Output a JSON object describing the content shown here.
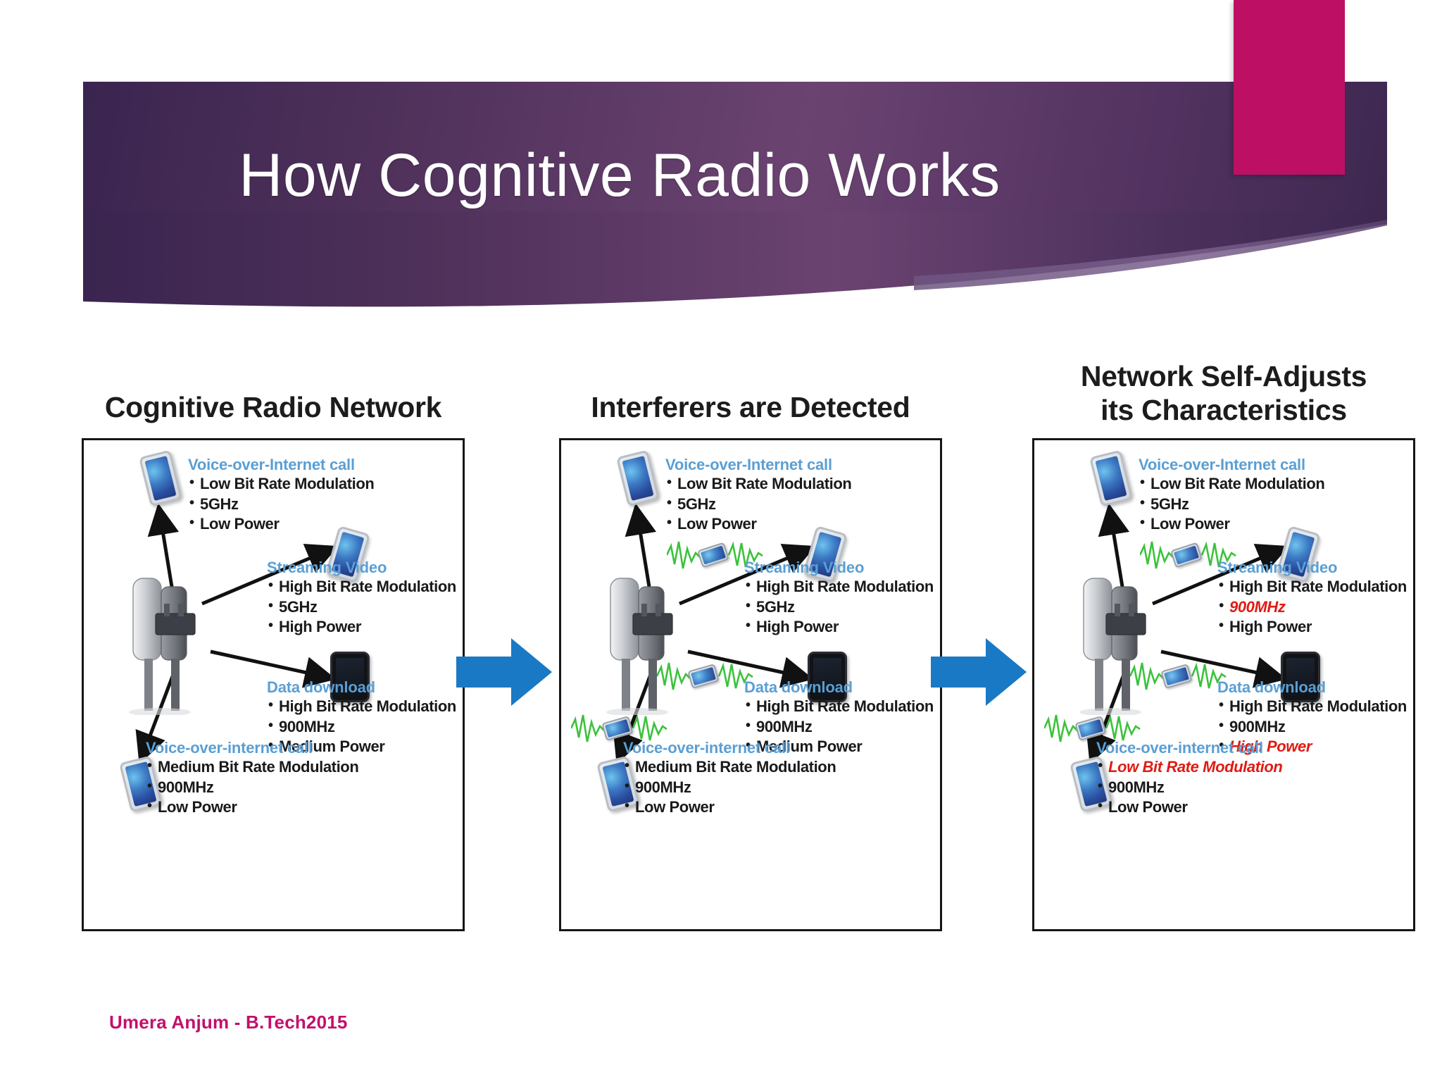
{
  "slide": {
    "title": "How Cognitive Radio Works",
    "footer": "Umera Anjum - B.Tech2015",
    "colors": {
      "banner_dark": "#3a2550",
      "banner_mid": "#6b4371",
      "pink_accent": "#bd1065",
      "arrow_blue": "#1a79c4",
      "heading_blue": "#5a9fd4",
      "highlight_red": "#e01b13",
      "footer_pink": "#c2106b"
    }
  },
  "panels": [
    {
      "title": "Cognitive Radio Network",
      "interferers_shown": false,
      "groups": {
        "voip_top": {
          "heading": "Voice-over-Internet call",
          "items": [
            {
              "text": "Low Bit Rate Modulation",
              "highlight": false
            },
            {
              "text": "5GHz",
              "highlight": false
            },
            {
              "text": "Low Power",
              "highlight": false
            }
          ]
        },
        "streaming": {
          "heading": "Streaming Video",
          "items": [
            {
              "text": "High Bit Rate Modulation",
              "highlight": false
            },
            {
              "text": "5GHz",
              "highlight": false
            },
            {
              "text": "High Power",
              "highlight": false
            }
          ]
        },
        "data": {
          "heading": "Data download",
          "items": [
            {
              "text": "High Bit Rate Modulation",
              "highlight": false
            },
            {
              "text": "900MHz",
              "highlight": false
            },
            {
              "text": "Medium Power",
              "highlight": false
            }
          ]
        },
        "voip_bottom": {
          "heading": "Voice-over-internet call",
          "items": [
            {
              "text": "Medium Bit Rate Modulation",
              "highlight": false
            },
            {
              "text": "900MHz",
              "highlight": false
            },
            {
              "text": "Low Power",
              "highlight": false
            }
          ]
        }
      }
    },
    {
      "title": "Interferers are Detected",
      "interferers_shown": true,
      "groups": {
        "voip_top": {
          "heading": "Voice-over-Internet call",
          "items": [
            {
              "text": "Low Bit Rate Modulation",
              "highlight": false
            },
            {
              "text": "5GHz",
              "highlight": false
            },
            {
              "text": "Low Power",
              "highlight": false
            }
          ]
        },
        "streaming": {
          "heading": "Streaming Video",
          "items": [
            {
              "text": "High Bit Rate Modulation",
              "highlight": false
            },
            {
              "text": "5GHz",
              "highlight": false
            },
            {
              "text": "High Power",
              "highlight": false
            }
          ]
        },
        "data": {
          "heading": "Data download",
          "items": [
            {
              "text": "High Bit Rate Modulation",
              "highlight": false
            },
            {
              "text": "900MHz",
              "highlight": false
            },
            {
              "text": "Medium Power",
              "highlight": false
            }
          ]
        },
        "voip_bottom": {
          "heading": "Voice-over-internet call",
          "items": [
            {
              "text": "Medium Bit Rate Modulation",
              "highlight": false
            },
            {
              "text": "900MHz",
              "highlight": false
            },
            {
              "text": "Low Power",
              "highlight": false
            }
          ]
        }
      }
    },
    {
      "title": "Network Self-Adjusts\nits Characteristics",
      "interferers_shown": true,
      "groups": {
        "voip_top": {
          "heading": "Voice-over-Internet call",
          "items": [
            {
              "text": "Low Bit Rate Modulation",
              "highlight": false
            },
            {
              "text": "5GHz",
              "highlight": false
            },
            {
              "text": "Low Power",
              "highlight": false
            }
          ]
        },
        "streaming": {
          "heading": "Streaming Video",
          "items": [
            {
              "text": "High Bit Rate Modulation",
              "highlight": false
            },
            {
              "text": "900MHz",
              "highlight": true
            },
            {
              "text": "High Power",
              "highlight": false
            }
          ]
        },
        "data": {
          "heading": "Data download",
          "items": [
            {
              "text": "High Bit Rate Modulation",
              "highlight": false
            },
            {
              "text": "900MHz",
              "highlight": false
            },
            {
              "text": "High Power",
              "highlight": true
            }
          ]
        },
        "voip_bottom": {
          "heading": "Voice-over-internet call",
          "items": [
            {
              "text": "Low Bit Rate Modulation",
              "highlight": true
            },
            {
              "text": "900MHz",
              "highlight": false
            },
            {
              "text": "Low Power",
              "highlight": false
            }
          ]
        }
      }
    }
  ]
}
